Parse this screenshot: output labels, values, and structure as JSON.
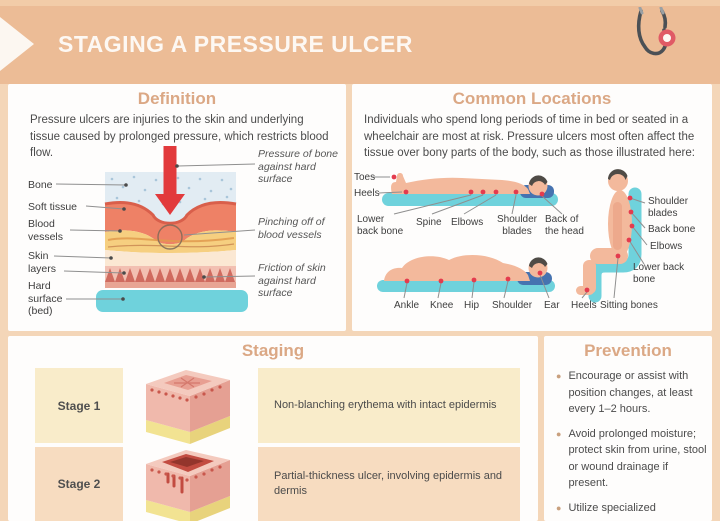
{
  "header": {
    "title": "STAGING A PRESSURE ULCER"
  },
  "definition": {
    "heading": "Definition",
    "body": "Pressure ulcers are injuries to the skin and underlying tissue caused by prolonged pressure, which restricts blood flow.",
    "left_labels": [
      "Bone",
      "Soft tissue",
      "Blood vessels",
      "Skin layers",
      "Hard surface (bed)"
    ],
    "right_labels": [
      "Pressure of bone against hard surface",
      "Pinching off of blood vessels",
      "Friction of skin against hard surface"
    ]
  },
  "common_locations": {
    "heading": "Common Locations",
    "body": "Individuals who spend long periods of time in bed or seated in a wheelchair are most at risk. Pressure ulcers most often affect the tissue over bony parts of the body, such as those illustrated here:",
    "labels": {
      "toes": "Toes",
      "heels": "Heels",
      "lower_back_bone": "Lower back bone",
      "spine": "Spine",
      "elbows": "Elbows",
      "shoulder_blades": "Shoulder blades",
      "back_of_head": "Back of the head",
      "ankle": "Ankle",
      "knee": "Knee",
      "hip": "Hip",
      "shoulder": "Shoulder",
      "ear": "Ear",
      "heels2": "Heels",
      "sitting_bones": "Sitting bones",
      "seated_shoulder_blades": "Shoulder blades",
      "seated_back_bone": "Back bone",
      "seated_elbows": "Elbows",
      "seated_lower_back_bone": "Lower back bone"
    }
  },
  "staging": {
    "heading": "Staging",
    "rows": [
      {
        "stage": "Stage 1",
        "description": "Non-blanching erythema with intact epidermis"
      },
      {
        "stage": "Stage 2",
        "description": "Partial-thickness ulcer, involving epidermis and dermis"
      }
    ]
  },
  "prevention": {
    "heading": "Prevention",
    "bullets": [
      "Encourage or assist with position changes, at least every 1–2 hours.",
      "Avoid prolonged moisture; protect skin from urine, stool or wound drainage if present.",
      "Utilize specialized"
    ]
  },
  "colors": {
    "header_salmon": "#ecbc96",
    "page_background": "#f4d6b8",
    "heading_accent": "#dba885",
    "cyan_surface": "#6fd2dc",
    "pressure_point_red": "#e43b4e",
    "stage1_cream": "#f9ecca",
    "stage2_peach": "#f7dcc0",
    "body_text": "#4b4b4b"
  }
}
